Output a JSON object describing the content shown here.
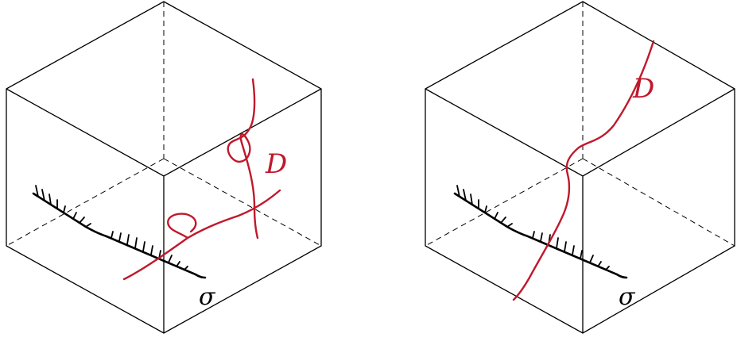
{
  "panels": [
    {
      "curve_label": "D",
      "sigma_label": "σ"
    },
    {
      "curve_label": "D",
      "sigma_label": "σ"
    }
  ],
  "colors": {
    "curve": "#c0182c",
    "lines": "#000000",
    "background": "#ffffff"
  }
}
